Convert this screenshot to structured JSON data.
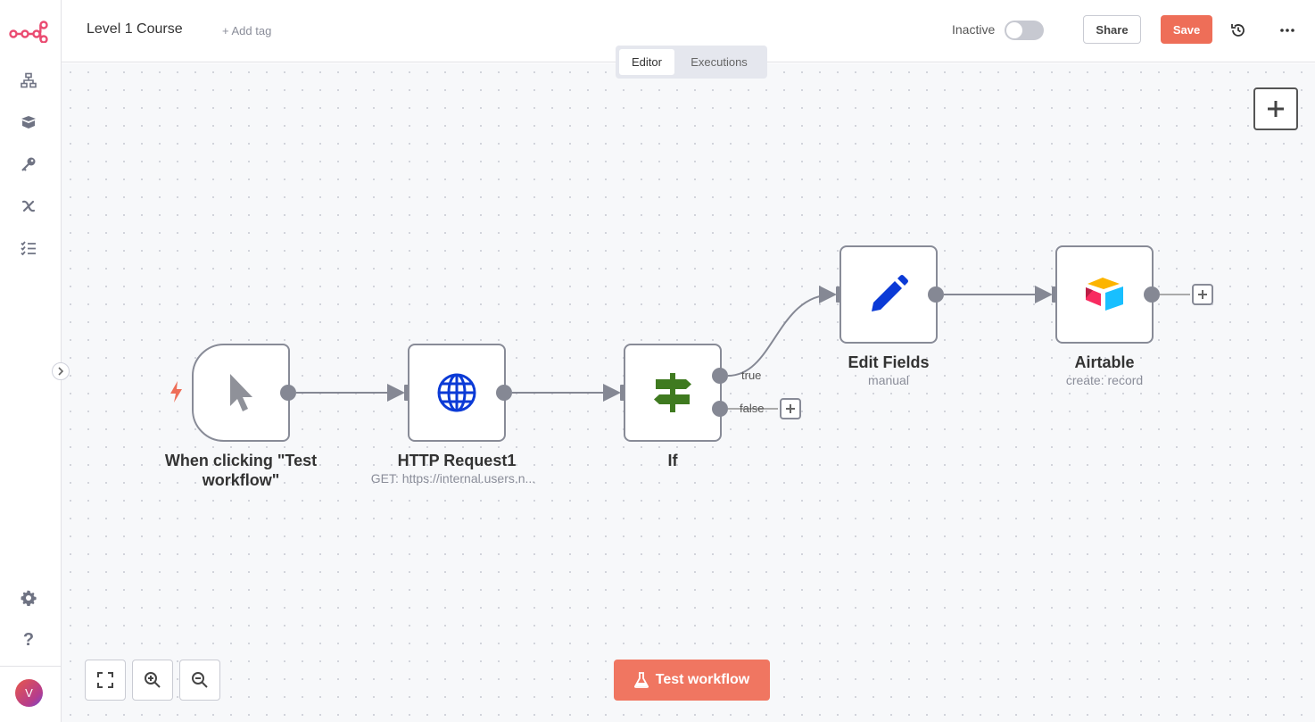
{
  "header": {
    "workflow_name": "Level 1 Course",
    "add_tag": "+ Add tag",
    "active_label": "Inactive",
    "active": false,
    "share_label": "Share",
    "save_label": "Save"
  },
  "tabs": [
    {
      "label": "Editor",
      "active": true
    },
    {
      "label": "Executions",
      "active": false
    }
  ],
  "sidebar": {
    "items": [
      {
        "icon": "workflows-icon"
      },
      {
        "icon": "templates-icon"
      },
      {
        "icon": "credentials-icon"
      },
      {
        "icon": "variables-icon"
      },
      {
        "icon": "executions-icon"
      }
    ],
    "bottom_items": [
      {
        "icon": "settings-icon"
      },
      {
        "icon": "help-icon"
      }
    ],
    "avatar_initial": "V"
  },
  "nodes": [
    {
      "id": "trigger",
      "title": "When clicking \"Test workflow\"",
      "subtitle": "",
      "icon": "cursor-icon"
    },
    {
      "id": "http",
      "title": "HTTP Request1",
      "subtitle": "GET: https://internal.users.n...",
      "icon": "globe-icon"
    },
    {
      "id": "if",
      "title": "If",
      "subtitle": "",
      "icon": "signpost-icon"
    },
    {
      "id": "edit",
      "title": "Edit Fields",
      "subtitle": "manual",
      "icon": "pencil-icon"
    },
    {
      "id": "airtable",
      "title": "Airtable",
      "subtitle": "create: record",
      "icon": "airtable-icon"
    }
  ],
  "branches": {
    "true_label": "true",
    "false_label": "false"
  },
  "footer": {
    "test_label": "Test workflow"
  },
  "colors": {
    "accent": "#ee6e58",
    "node_border": "#888b97",
    "handle": "#858894"
  }
}
